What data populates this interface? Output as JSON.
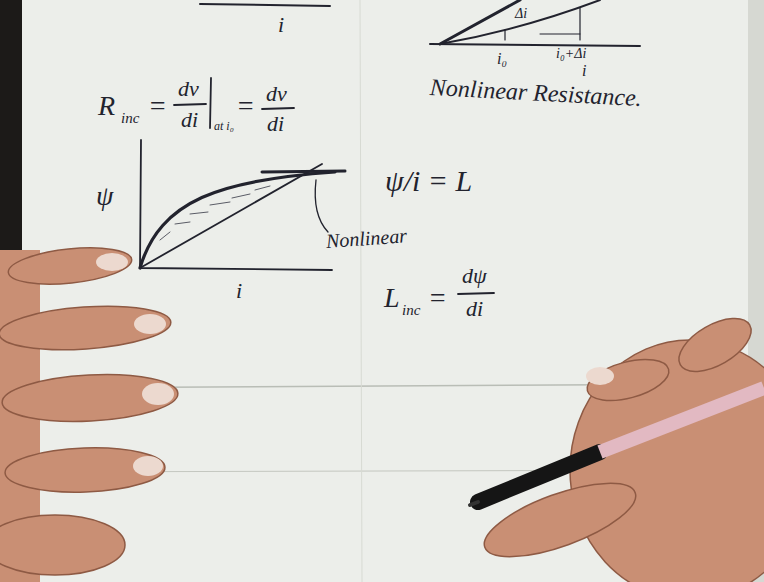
{
  "diagram": {
    "labels": [
      "i",
      "Δi",
      "i₀",
      "i₀+Δi",
      "i",
      "Nonlinear Resistance.",
      "R",
      "inc",
      "=",
      "dv",
      "di",
      "at i₀",
      "=",
      "dv",
      "di",
      "ψ",
      "i",
      "Nonlinear",
      "ψ/i = L",
      "L",
      "inc",
      "=",
      "dψ",
      "di"
    ]
  }
}
